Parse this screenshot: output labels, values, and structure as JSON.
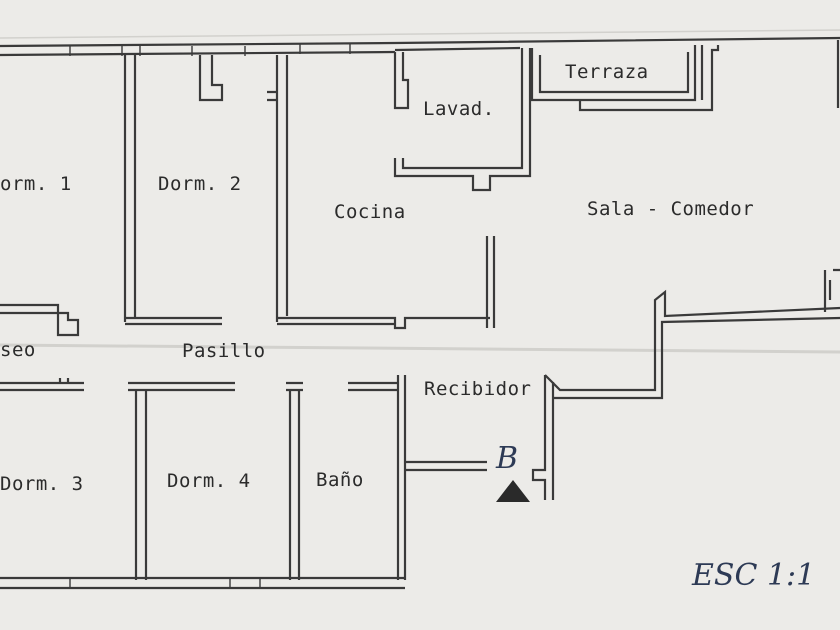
{
  "rooms": {
    "dorm1": "orm. 1",
    "dorm2": "Dorm. 2",
    "cocina": "Cocina",
    "lavad": "Lavad.",
    "terraza": "Terraza",
    "sala": "Sala - Comedor",
    "paseo": "seo",
    "pasillo": "Pasillo",
    "recibidor": "Recibidor",
    "dorm3": "Dorm. 3",
    "dorm4": "Dorm. 4",
    "bano": "Baño"
  },
  "entrance_marker": "B",
  "scale_note": "ESC 1:1"
}
